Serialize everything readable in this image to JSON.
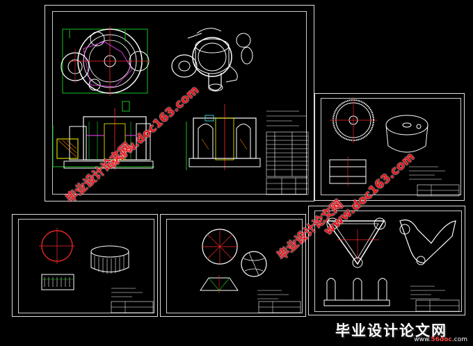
{
  "watermarks": {
    "site_url": "www.doc163.com",
    "site_name": "毕业设计论文网"
  },
  "logo": {
    "title": "毕业设计论文网",
    "url_prefix": "www.",
    "url_brand": "56doc",
    "url_suffix": ".com"
  },
  "colors": {
    "background": "#000000",
    "line_white": "#ffffff",
    "line_red": "#ff2a2a",
    "line_green": "#19c31f",
    "line_yellow": "#ffff00",
    "line_magenta": "#ff44ff",
    "line_cyan": "#33cccc",
    "watermark_red": "#e8141c"
  }
}
